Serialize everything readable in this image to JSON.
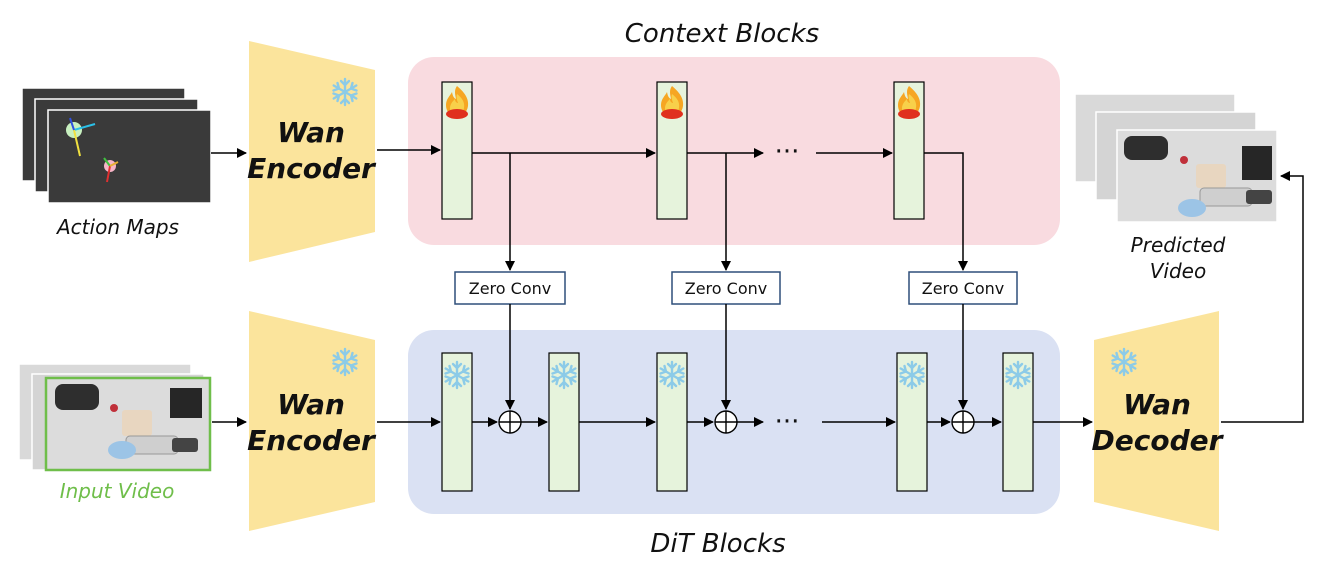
{
  "titles": {
    "context_blocks": "Context Blocks",
    "dit_blocks": "DiT Blocks"
  },
  "encoders": {
    "top": {
      "line1": "Wan",
      "line2": "Encoder"
    },
    "bottom": {
      "line1": "Wan",
      "line2": "Encoder"
    },
    "decoder": {
      "line1": "Wan",
      "line2": "Decoder"
    }
  },
  "zero_conv": [
    "Zero Conv",
    "Zero Conv",
    "Zero Conv"
  ],
  "labels": {
    "action_maps": "Action Maps",
    "input_video": "Input Video",
    "predicted_line1": "Predicted",
    "predicted_line2": "Video",
    "ellipsis_top": "···",
    "ellipsis_bottom": "···"
  },
  "icons": {
    "frozen": "snowflake-icon",
    "trainable": "fire-icon"
  },
  "colors": {
    "context_bg": "#f9dbe0",
    "dit_bg": "#dae1f3",
    "encoder_fill": "#fbe49c",
    "block_fill": "#e6f3dc",
    "input_video_border": "#6fbe4a",
    "input_video_text": "#6fbe4a",
    "zero_conv_border": "#2f4f7a",
    "snowflake": "#8ccbe8"
  }
}
